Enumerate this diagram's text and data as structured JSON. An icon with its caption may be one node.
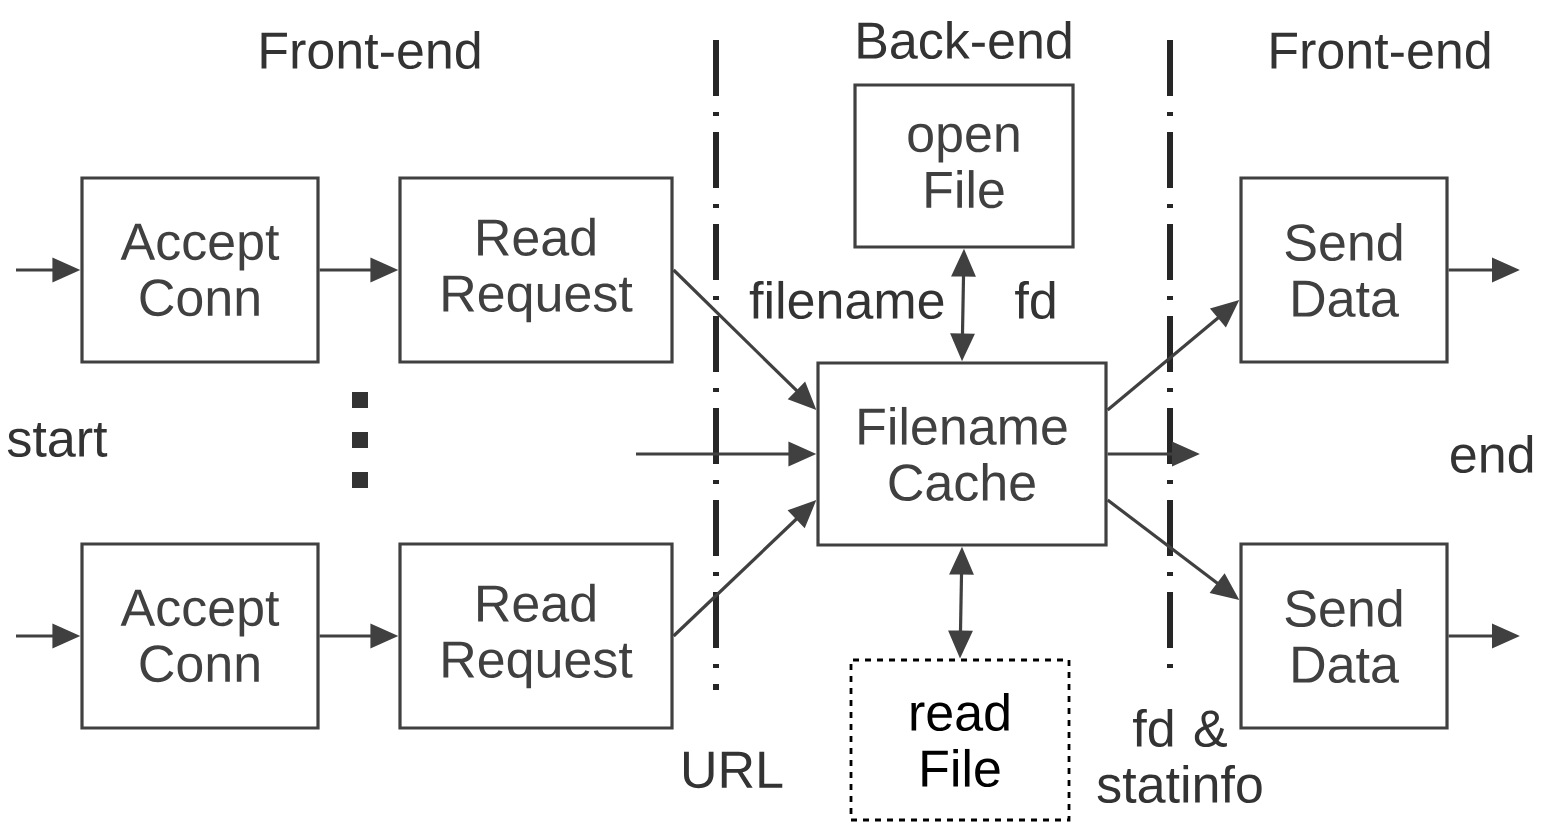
{
  "diagram": {
    "nodes": [
      {
        "text": [
          "Accept Conn"
        ]
      },
      {
        "text": [
          "Read Request"
        ]
      },
      {
        "text": [
          "Accept Conn"
        ]
      },
      {
        "text": [
          "Read Request"
        ]
      },
      {
        "text": [
          "open File"
        ]
      },
      {
        "text": [
          "Filename Cache"
        ]
      },
      {
        "text": [
          "read File"
        ]
      },
      {
        "text": [
          "Send Data"
        ]
      },
      {
        "text": [
          "Send Data"
        ]
      }
    ],
    "edges": [
      {
        "from": null,
        "to": 0,
        "arrow": "to"
      },
      {
        "from": 0,
        "to": 1,
        "arrow": "to"
      },
      {
        "from": null,
        "to": 2,
        "arrow": "to"
      },
      {
        "from": 2,
        "to": 3,
        "arrow": "to"
      },
      {
        "from": 1,
        "to": 5,
        "arrow": "to"
      },
      {
        "from": null,
        "to": 5,
        "arrow": "to"
      },
      {
        "from": 3,
        "to": 5,
        "arrow": "to"
      },
      {
        "from": 4,
        "to": 5,
        "arrow": "both"
      },
      {
        "from": 5,
        "to": 6,
        "arrow": "both"
      },
      {
        "from": 5,
        "to": 7,
        "arrow": "to"
      },
      {
        "from": 5,
        "to": null,
        "arrow": "to"
      },
      {
        "from": 5,
        "to": 8,
        "arrow": "to"
      },
      {
        "from": 7,
        "to": null,
        "arrow": "to"
      },
      {
        "from": 8,
        "to": null,
        "arrow": "to"
      }
    ],
    "labels": [
      "Front-end",
      "Back-end",
      "Front-end",
      "filename",
      "fd",
      "start",
      "end",
      "URL",
      "fd & statinfo"
    ]
  }
}
